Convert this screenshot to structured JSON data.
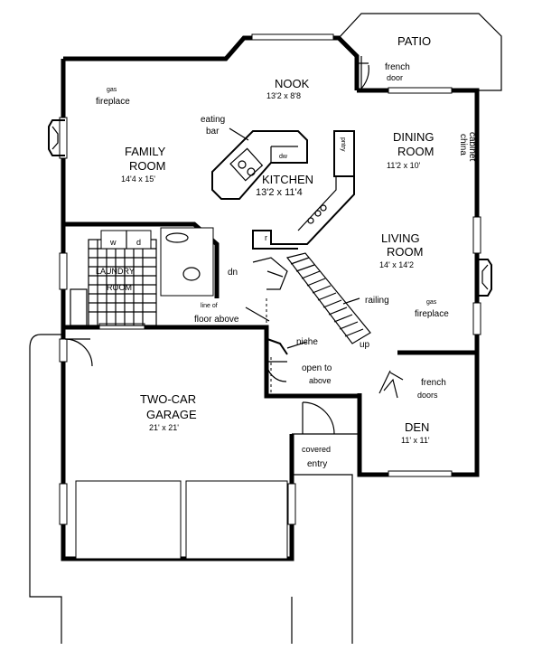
{
  "rooms": {
    "patio": "PATIO",
    "nook": "NOOK",
    "nook_dim": "13'2 x 8'8",
    "family_1": "FAMILY",
    "family_2": "ROOM",
    "family_dim": "14'4 x 15'",
    "dining_1": "DINING",
    "dining_2": "ROOM",
    "dining_dim": "11'2 x 10'",
    "kitchen": "KITCHEN",
    "kitchen_dim": "13'2 x 11'4",
    "living_1": "LIVING",
    "living_2": "ROOM",
    "living_dim": "14' x 14'2",
    "laundry_1": "LAUNDRY",
    "laundry_2": "ROOM",
    "garage_1": "TWO-CAR",
    "garage_2": "GARAGE",
    "garage_dim": "21' x 21'",
    "den": "DEN",
    "den_dim": "11' x 11'"
  },
  "notes": {
    "french_door_1": "french",
    "french_door_2": "door",
    "gas_fireplace_fam_1": "gas",
    "gas_fireplace_fam_2": "fireplace",
    "eating_bar_1": "eating",
    "eating_bar_2": "bar",
    "dw": "dw",
    "pntry": "pntry",
    "china_cabinet_1": "china",
    "china_cabinet_2": "cabinet",
    "w": "w",
    "d": "d",
    "r": "r",
    "dn": "dn",
    "line_of_1": "line of",
    "line_of_2": "floor above",
    "railing": "railing",
    "gas_fireplace_liv_1": "gas",
    "gas_fireplace_liv_2": "fireplace",
    "up": "up",
    "niche": "niche",
    "open_to_1": "open to",
    "open_to_2": "above",
    "french_doors_1": "french",
    "french_doors_2": "doors",
    "covered_1": "covered",
    "covered_2": "entry"
  }
}
